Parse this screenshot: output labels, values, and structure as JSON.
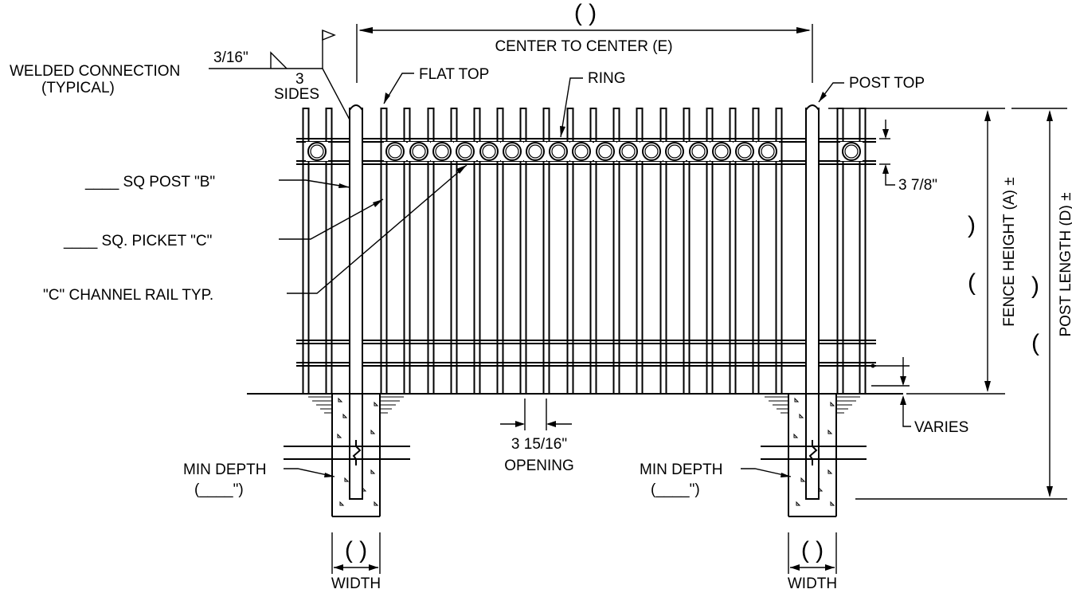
{
  "top_dimension": {
    "value_parens": "(          )",
    "label": "CENTER TO CENTER (E)"
  },
  "weld": {
    "size": "3/16\"",
    "label_line1": "WELDED CONNECTION",
    "label_line2": "(TYPICAL)",
    "sides_num": "3",
    "sides_word": "SIDES"
  },
  "callouts": {
    "flat_top": "FLAT TOP",
    "ring": "RING",
    "post_top": "POST TOP",
    "sq_post": "____ SQ POST \"B\"",
    "sq_picket": "____ SQ. PICKET \"C\"",
    "channel_rail": "\"C\" CHANNEL RAIL TYP.",
    "rail_spacing": "3 7/8\"",
    "varies": "VARIES",
    "opening_value": "3 15/16\"",
    "opening_label": "OPENING"
  },
  "depth": {
    "left_label": "MIN DEPTH",
    "left_value": "(____\")",
    "right_label": "MIN DEPTH",
    "right_value": "(____\")"
  },
  "footing": {
    "left_width_label": "WIDTH",
    "right_width_label": "WIDTH",
    "left_width_value": "(      )",
    "right_width_value": "(      )"
  },
  "vertical_dims": {
    "fence_height": "FENCE HEIGHT (A) ±",
    "fence_height_parens_top": ")",
    "fence_height_parens_bottom": "(",
    "post_length": "POST LENGTH (D) ±",
    "post_length_parens_top": ")",
    "post_length_parens_bottom": "("
  }
}
